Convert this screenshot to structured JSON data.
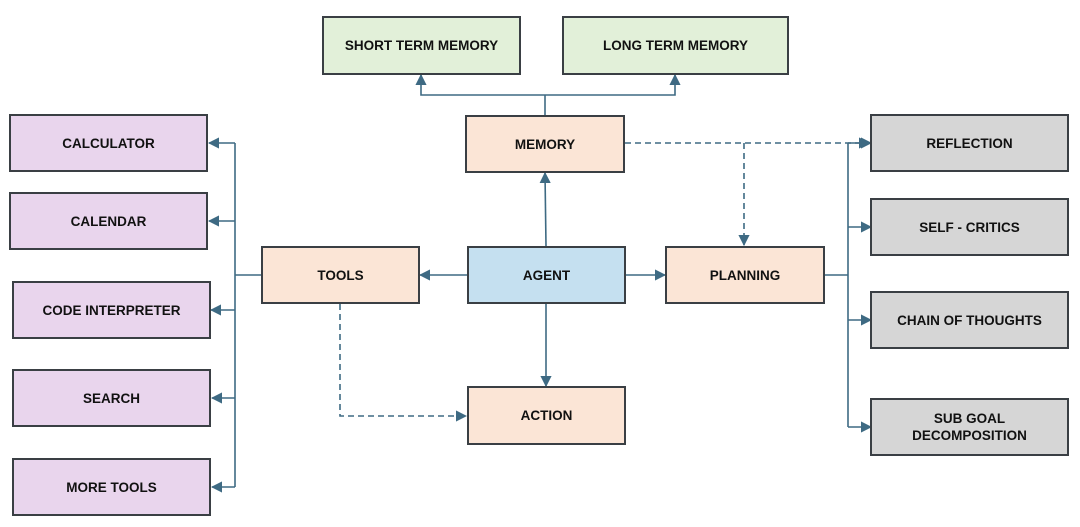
{
  "colors": {
    "memory_fill": "#e2f0d9",
    "tool_fill": "#e9d5ed",
    "core_fill": "#fbe5d6",
    "agent_fill": "#c5e0f0",
    "planning_fill": "#d6d6d6",
    "border": "#3a3f44",
    "connector": "#3e6a83"
  },
  "nodes": {
    "short_term_memory": "SHORT TERM MEMORY",
    "long_term_memory": "LONG TERM MEMORY",
    "memory": "MEMORY",
    "agent": "AGENT",
    "tools": "TOOLS",
    "planning": "PLANNING",
    "action": "ACTION",
    "calculator": "CALCULATOR",
    "calendar": "CALENDAR",
    "code_interpreter": "CODE INTERPRETER",
    "search": "SEARCH",
    "more_tools": "MORE TOOLS",
    "reflection": "REFLECTION",
    "self_critics": "SELF - CRITICS",
    "chain_of_thoughts": "CHAIN OF THOUGHTS",
    "sub_goal_line1": "SUB GOAL",
    "sub_goal_line2": "DECOMPOSITION"
  }
}
